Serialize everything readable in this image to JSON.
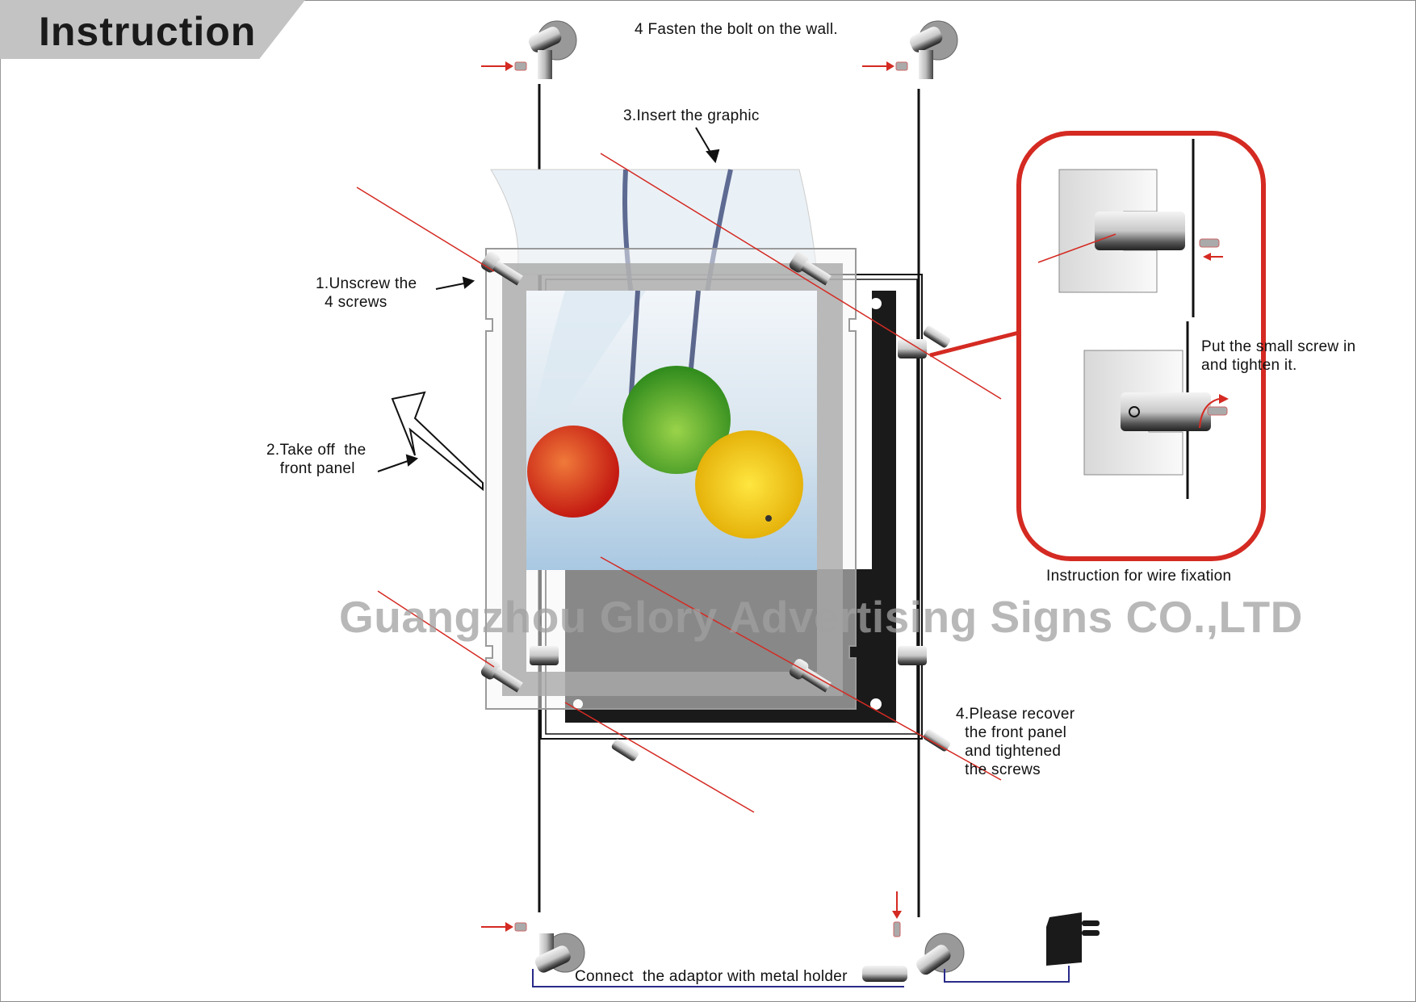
{
  "title": "Instruction",
  "steps": {
    "step1": "1.Unscrew the\n  4 screws",
    "step2": "2.Take off  the\n   front panel",
    "step3": "3.Insert the graphic",
    "step4_top": "4 Fasten the bolt on the wall.",
    "step4_bottom": "4.Please recover\n  the front panel\n  and tightened\n  the screws"
  },
  "wire_fixation": {
    "caption": "Instruction for wire fixation",
    "note": "Put the small screw in\nand tighten it."
  },
  "bottom_note": "Connect  the adaptor with metal holder",
  "watermark": "Guangzhou Glory Advertising Signs CO.,LTD",
  "colors": {
    "accent_red": "#d42a22",
    "banner_gray": "#c3c3c3",
    "frame_black": "#1a1a1a",
    "cable_blue": "#2a2a8a"
  },
  "icons": {
    "wall_bolt": "wall-bolt-icon",
    "small_screw": "small-screw-icon",
    "panel_screw": "panel-screw-icon",
    "power_adaptor": "power-adaptor-icon",
    "arrow": "arrow-icon"
  }
}
